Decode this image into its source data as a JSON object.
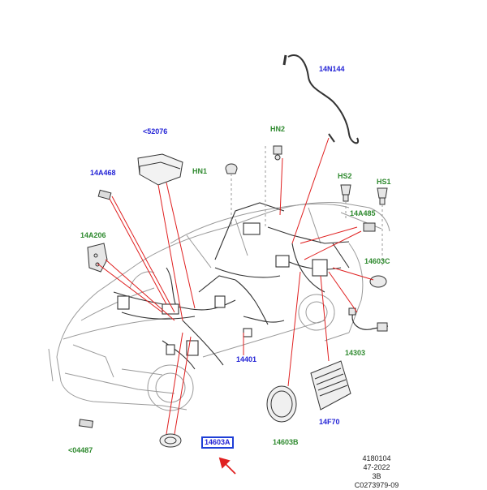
{
  "callouts": {
    "c14N144": "14N144",
    "c52076": "<52076",
    "cHN2": "HN2",
    "cHN1": "HN1",
    "c14A468": "14A468",
    "cHS2": "HS2",
    "cHS1": "HS1",
    "c14A485": "14A485",
    "c14A206": "14A206",
    "c14603C": "14603C",
    "c14303": "14303",
    "c14401": "14401",
    "c14F70": "14F70",
    "c14603B": "14603B",
    "c04487": "<04487",
    "c14603A": "14603A"
  },
  "meta": {
    "line1": "4180104",
    "line2": "47-2022",
    "line3": "3B",
    "line4": "C0273979-09"
  },
  "colors": {
    "callout_blue": "#2323d6",
    "callout_green": "#2f8a2f",
    "leader_red": "#e02020",
    "highlight_box": "#1f3fd6"
  }
}
